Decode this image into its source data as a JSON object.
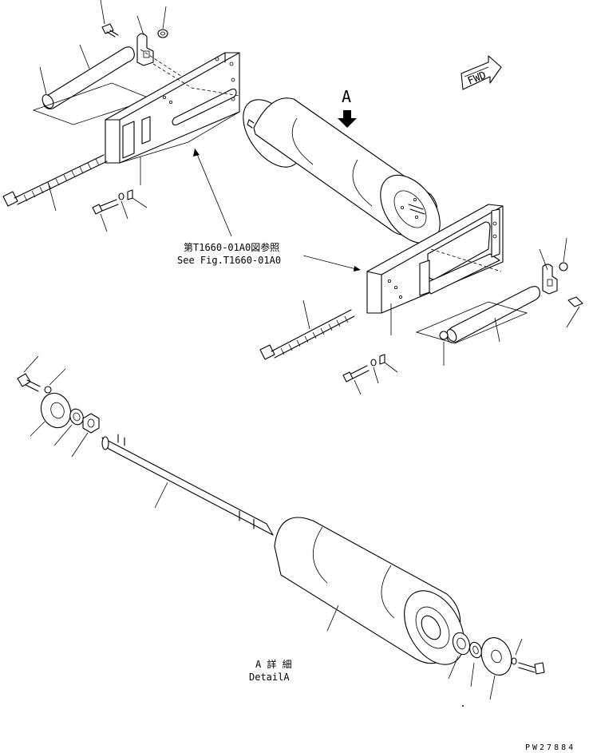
{
  "labels": {
    "view_arrow": "A",
    "fwd": "FWD",
    "ref_jp": "第T1660-01A0図参照",
    "ref_en": "See Fig.T1660-01A0",
    "detail_jp": "A 詳 細",
    "detail_en": "DetailA",
    "figure_code": "PW27884"
  }
}
